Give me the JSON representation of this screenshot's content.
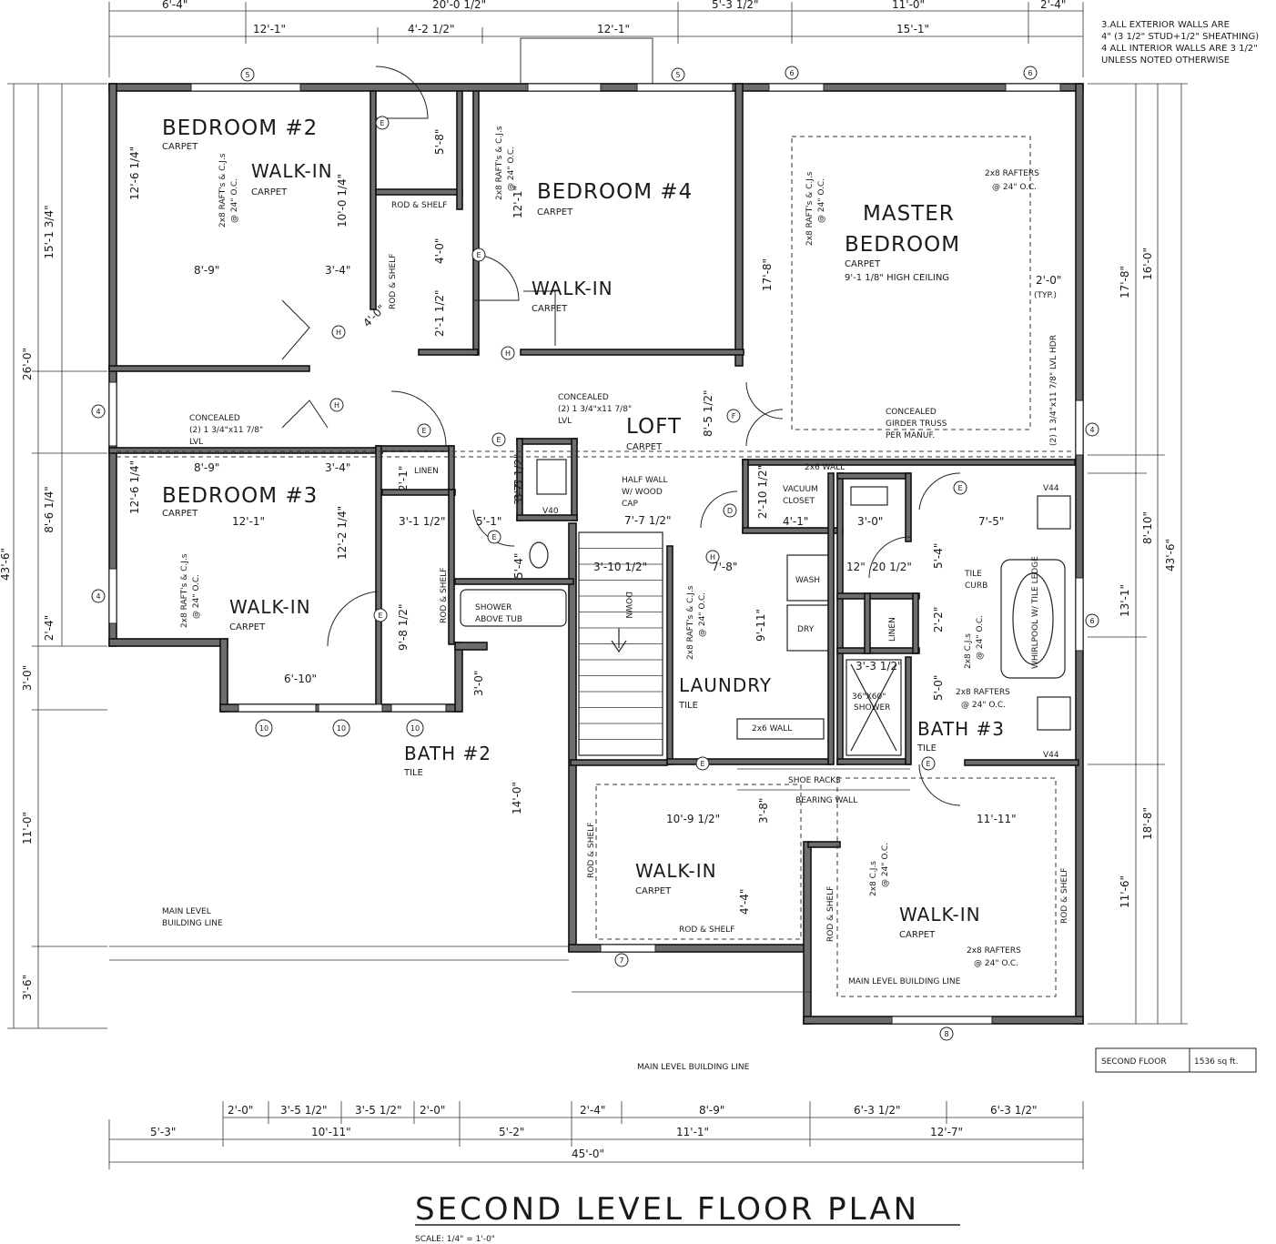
{
  "title": "SECOND LEVEL FLOOR PLAN",
  "scale": "SCALE: 1/4\" = 1'-0\"",
  "notes": [
    "3.ALL EXTERIOR WALLS ARE",
    "4\" (3 1/2\" STUD+1/2\" SHEATHING)",
    "4 ALL INTERIOR WALLS ARE 3 1/2\"",
    "UNLESS NOTED OTHERWISE"
  ],
  "area_box": {
    "label": "SECOND FLOOR",
    "value": "1536 sq ft."
  },
  "rooms": {
    "bedroom2": {
      "name": "BEDROOM #2",
      "finish": "CARPET"
    },
    "walkin_b2": {
      "name": "WALK-IN",
      "finish": "CARPET"
    },
    "bedroom4": {
      "name": "BEDROOM #4",
      "finish": "CARPET"
    },
    "walkin_b4": {
      "name": "WALK-IN",
      "finish": "CARPET"
    },
    "master": {
      "name1": "MASTER",
      "name2": "BEDROOM",
      "finish": "CARPET",
      "ceiling": "9'-1 1/8\" HIGH CEILING"
    },
    "loft": {
      "name": "LOFT",
      "finish": "CARPET"
    },
    "bedroom3": {
      "name": "BEDROOM #3",
      "finish": "CARPET"
    },
    "walkin_b3": {
      "name": "WALK-IN",
      "finish": "CARPET"
    },
    "bath2": {
      "name": "BATH #2",
      "finish": "TILE"
    },
    "laundry": {
      "name": "LAUNDRY",
      "finish": "TILE"
    },
    "bath3": {
      "name": "BATH #3",
      "finish": "TILE"
    },
    "walkin_low1": {
      "name": "WALK-IN",
      "finish": "CARPET"
    },
    "walkin_low2": {
      "name": "WALK-IN",
      "finish": "CARPET"
    }
  },
  "labels": {
    "rod_shelf": "ROD & SHELF",
    "linen": "LINEN",
    "vacuum": "VACUUM",
    "closet": "CLOSET",
    "wash": "WASH",
    "dry": "DRY",
    "shower_tub1": "SHOWER",
    "shower_tub2": "ABOVE TUB",
    "shower36": "36\"X60\"",
    "shower": "SHOWER",
    "tile_curb1": "TILE",
    "tile_curb2": "CURB",
    "whirlpool": "WHIRLPOOL W/ TILE LEDGE",
    "half_wall": "HALF WALL",
    "w_wood": "W/ WOOD",
    "cap": "CAP",
    "wall_2x6": "2x6 WALL",
    "wall_2x6b": "2x6 WALL",
    "wall_2x6c": "2x6 WALL",
    "shoe_racks": "SHOE RACKS",
    "bearing_wall": "BEARING WALL",
    "main_level_line": "MAIN LEVEL BUILDING LINE",
    "main_level_line_a": "MAIN LEVEL",
    "main_level_line_b": "BUILDING LINE",
    "concealed_a1": "CONCEALED",
    "concealed_a2": "(2) 1 3/4\"x11 7/8\"",
    "concealed_a3": "LVL",
    "concealed_b1": "CONCEALED",
    "concealed_b2": "(2) 1 3/4\"x11 7/8\"",
    "concealed_b3": "LVL",
    "girder1": "CONCEALED",
    "girder2": "GIRDER TRUSS",
    "girder3": "PER MANUF.",
    "rafters": "2x8 RAFTERS",
    "oc": "@ 24\" O.C.",
    "raft_cj": "2x8 RAFT's & C.J.s",
    "cj": "2x8 C.J.s",
    "lvl_hdr": "(2) 1 3/4\"x11 7/8\" LVL HDR",
    "typ": "(TYP.)",
    "v40": "V40",
    "v44a": "V44",
    "v44b": "V44",
    "down": "DOWN"
  },
  "dims": {
    "top1": [
      "6'-4\"",
      "20'-0 1/2\"",
      "5'-3 1/2\"",
      "11'-0\"",
      "2'-4\""
    ],
    "top2": [
      "12'-1\"",
      "4'-2 1/2\"",
      "12'-1\"",
      "15'-1\""
    ],
    "left": [
      "15'-1 3/4\"",
      "26'-0\"",
      "8'-6 1/4\"",
      "2'-4\"",
      "3'-0\"",
      "11'-0\"",
      "3'-6\"",
      "43'-6\""
    ],
    "right": [
      "16'-0\"",
      "17'-8\"",
      "8'-10\"",
      "13'-1\"",
      "18'-8\"",
      "11'-6\"",
      "43'-6\""
    ],
    "bottom1": [
      "2'-0\"",
      "3'-5 1/2\"",
      "3'-5 1/2\"",
      "2'-0\"",
      "2'-4\"",
      "8'-9\"",
      "6'-3 1/2\"",
      "6'-3 1/2\""
    ],
    "bottom2": [
      "5'-3\"",
      "10'-11\"",
      "5'-2\"",
      "11'-1\"",
      "12'-7\""
    ],
    "bottom3": "45'-0\"",
    "interior": [
      "12'-6 1/4\"",
      "10'-0 1/4\"",
      "8'-9\"",
      "3'-4\"",
      "5'-8\"",
      "4'-0\"",
      "2'-1 1/2\"",
      "12'-1\"",
      "4'-0\"",
      "17'-8\"",
      "2'-0\"",
      "8'-9\"",
      "3'-4\"",
      "12'-6 1/4\"",
      "12'-1\"",
      "12'-2 1/4\"",
      "3'-1 1/2\"",
      "9'-8 1/2\"",
      "6'-10\"",
      "2'-1\"",
      "3'-7\"",
      "3'-5 1/2\"",
      "5'-1\"",
      "5'-4\"",
      "3'-10 1/2\"",
      "7'-7 1/2\"",
      "8'-5 1/2\"",
      "2'-10 1/2\"",
      "4'-1\"",
      "3'-0\"",
      "7'-5\"",
      "7'-8\"",
      "9'-11\"",
      "12\"",
      "20 1/2\"",
      "5'-4\"",
      "2'-2\"",
      "3'-3 1/2\"",
      "5'-0\"",
      "3'-0\"",
      "14'-0\"",
      "10'-9 1/2\"",
      "3'-8\"",
      "11'-11\"",
      "4'-4\""
    ]
  },
  "door_tags": [
    "E",
    "H",
    "F",
    "D"
  ],
  "window_tags": [
    "5",
    "6",
    "4",
    "10",
    "7",
    "8"
  ]
}
